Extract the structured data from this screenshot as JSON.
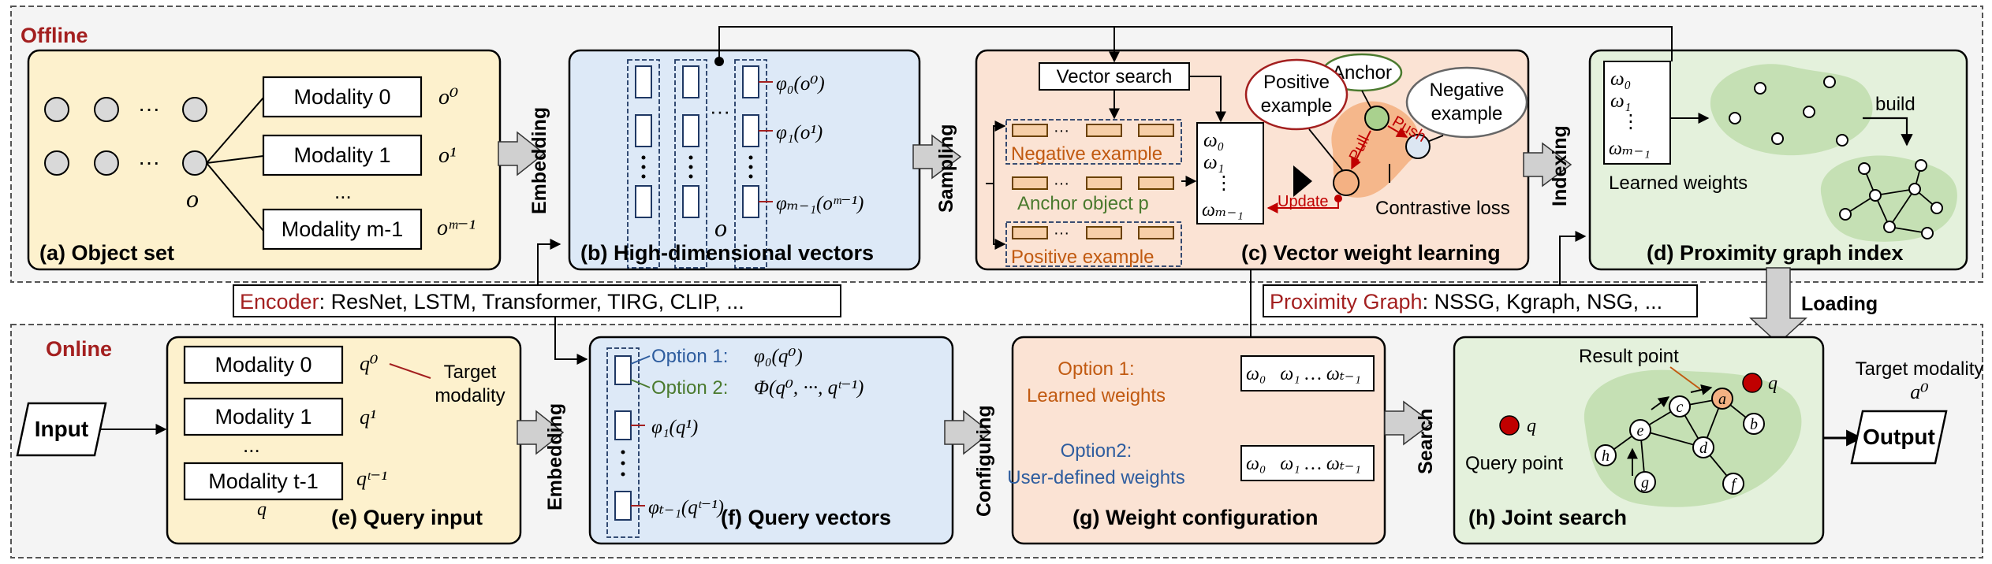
{
  "sections": {
    "offline": "Offline",
    "online": "Online"
  },
  "colors": {
    "offline_frame": "#555555",
    "section_title": "#a31f1f",
    "yellow_panel": "#fdf1cd",
    "blue_panel": "#dde9f7",
    "orange_panel": "#fbe3d4",
    "green_panel": "#e4f1dc",
    "blob_green": "#c5e0b4",
    "negative_box": "#f7cfa8",
    "update_red": "#c00000",
    "option_blue": "#2e5d9f",
    "option_green": "#4a7a2e",
    "label_orange": "#c15a11"
  },
  "panels": {
    "a": {
      "caption": "(a) Object set",
      "modalities": [
        "Modality 0",
        "Modality 1",
        "Modality m-1"
      ],
      "ellipsis": "...",
      "dots_ellipsis": "···",
      "object_var": "o",
      "superscripts": [
        "o⁰",
        "o¹",
        "oᵐ⁻¹"
      ]
    },
    "b": {
      "caption": "(b) High-dimensional vectors",
      "phis": [
        "φ₀(o⁰)",
        "φ₁(o¹)",
        "φₘ₋₁(oᵐ⁻¹)"
      ],
      "object_var": "o",
      "dots": "···"
    },
    "c": {
      "caption": "(c) Vector weight learning",
      "vector_search": "Vector search",
      "negative_example": "Negative example",
      "anchor_object": "Anchor object p",
      "positive_example": "Positive example",
      "weights": [
        "ω₀",
        "ω₁",
        "⋮",
        "ωₘ₋₁"
      ],
      "update": "Update",
      "anchor": "Anchor",
      "positive_bubble": [
        "Positive",
        "example"
      ],
      "negative_bubble": [
        "Negative",
        "example"
      ],
      "pull": "Pull",
      "push": "Push",
      "contrastive_loss": "Contrastive loss"
    },
    "d": {
      "caption": "(d) Proximity graph index",
      "weights": [
        "ω₀",
        "ω₁",
        "⋮",
        "ωₘ₋₁"
      ],
      "learned_weights": "Learned weights",
      "build": "build"
    },
    "e": {
      "caption": "(e) Query input",
      "modalities": [
        "Modality 0",
        "Modality 1",
        "Modality t-1"
      ],
      "ellipsis": "...",
      "superscripts": [
        "q⁰",
        "q¹",
        "qᵗ⁻¹"
      ],
      "query_var": "q",
      "target_modality": [
        "Target",
        "modality"
      ]
    },
    "f": {
      "caption": "(f) Query vectors",
      "option1": "Option 1:",
      "option1_formula": "φ₀(q⁰)",
      "option2": "Option 2:",
      "option2_formula": "Φ(q⁰, ···, qᵗ⁻¹)",
      "phi1": "φ₁(q¹)",
      "phi_t": "φₜ₋₁(qᵗ⁻¹)"
    },
    "g": {
      "caption": "(g) Weight configuration",
      "option1": [
        "Option 1:",
        "Learned weights"
      ],
      "option2": [
        "Option2:",
        "User-defined weights"
      ],
      "weights_row": "ω₀   ω₁ … ωₜ₋₁"
    },
    "h": {
      "caption": "(h) Joint search",
      "result_point": "Result point",
      "query_point": "Query point",
      "q_label": "q",
      "nodes": [
        "a",
        "b",
        "c",
        "d",
        "e",
        "f",
        "g",
        "h"
      ]
    }
  },
  "arrows": {
    "embedding_top": "Embedding",
    "sampling": "Sampling",
    "indexing": "Indexing",
    "embedding_bottom": "Embedding",
    "configuring": "Configuring",
    "search": "Search",
    "loading": "Loading"
  },
  "encoder": {
    "label": "Encoder",
    "list": ": ResNet, LSTM, Transformer, TIRG, CLIP, ..."
  },
  "proximity_graph": {
    "label": "Proximity Graph",
    "list": ": NSSG, Kgraph, NSG, ..."
  },
  "io": {
    "input": "Input",
    "output": "Output",
    "target_modality": "Target modality",
    "target_var": "a⁰"
  }
}
